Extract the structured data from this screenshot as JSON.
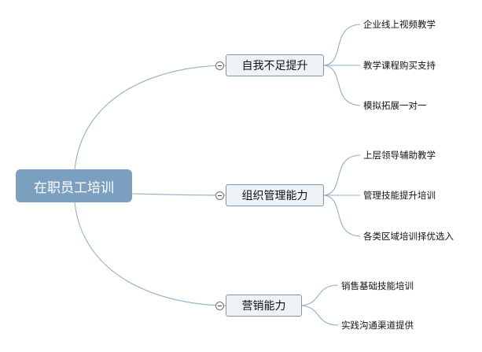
{
  "root": {
    "label": "在职员工培训"
  },
  "branches": [
    {
      "label": "自我不足提升",
      "children": [
        "企业线上视频教学",
        "教学课程购买支持",
        "模拟拓展一对一"
      ]
    },
    {
      "label": "组织管理能力",
      "children": [
        "上层领导辅助教学",
        "管理技能提升培训",
        "各类区域培训择优选入"
      ]
    },
    {
      "label": "营销能力",
      "children": [
        "销售基础技能培训",
        "实践沟通渠道提供"
      ]
    }
  ],
  "colors": {
    "root_fill": "#7ba0bf",
    "branch_fill": "#eef3f7",
    "branch_border": "#7f97ad",
    "connector": "#8fb0c8"
  }
}
